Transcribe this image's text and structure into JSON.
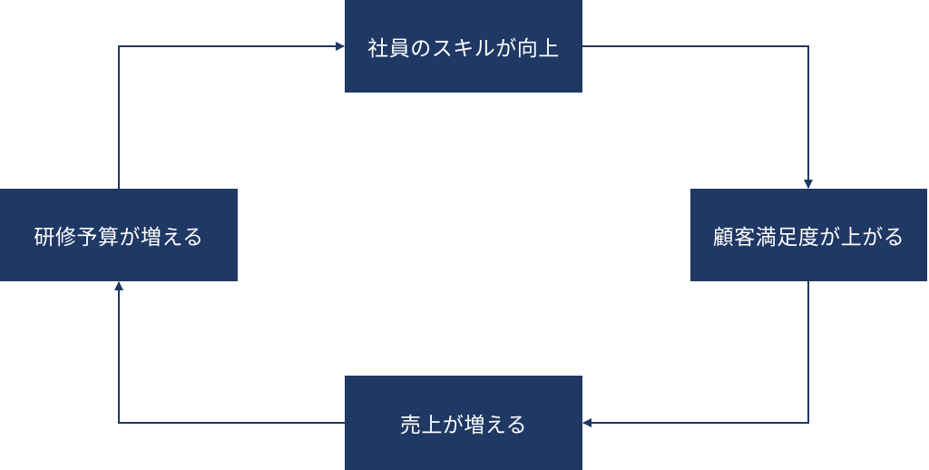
{
  "diagram": {
    "nodes": {
      "top": "社員のスキルが向上",
      "right": "顧客満足度が上がる",
      "bottom": "売上が増える",
      "left": "研修予算が増える"
    },
    "colors": {
      "node_fill": "#1f3864",
      "node_text": "#ffffff",
      "connector": "#1f3864"
    }
  }
}
